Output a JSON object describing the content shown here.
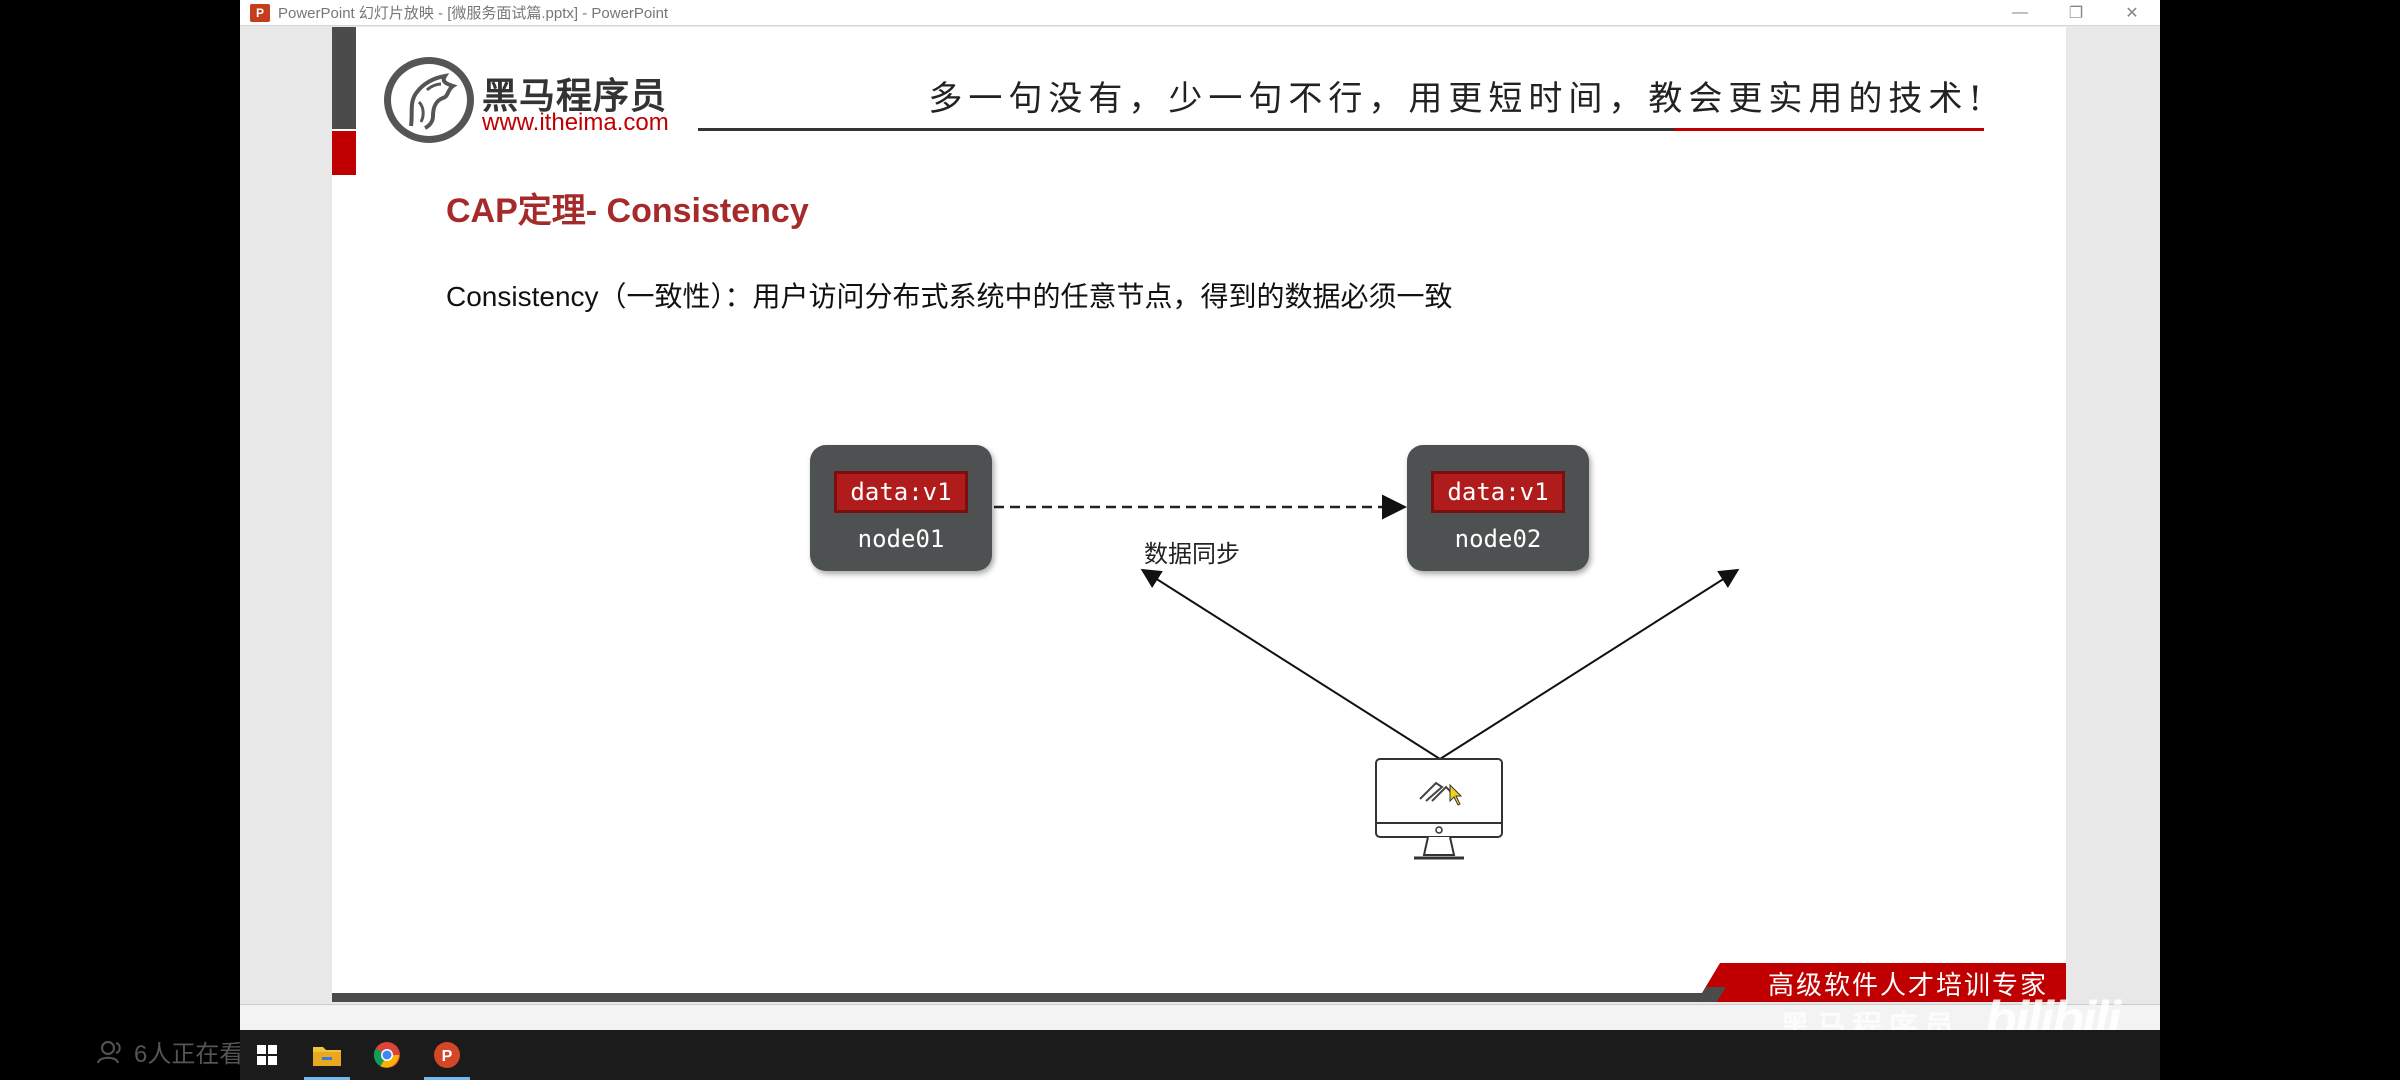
{
  "window": {
    "title": "PowerPoint 幻灯片放映 - [微服务面试篇.pptx] - PowerPoint",
    "app_icon_letter": "P",
    "controls": {
      "minimize": "—",
      "restore": "❐",
      "close": "✕"
    }
  },
  "slide": {
    "brand": {
      "name": "黑马程序员",
      "url": "www.itheima.com"
    },
    "slogan": "多一句没有，少一句不行，用更短时间，教会更实用的技术!",
    "title": "CAP定理- Consistency",
    "description": "Consistency（一致性）：用户访问分布式系统中的任意节点，得到的数据必须一致",
    "diagram": {
      "node1": {
        "data": "data:v1",
        "label": "node01"
      },
      "node2": {
        "data": "data:v1",
        "label": "node02"
      },
      "sync_label": "数据同步",
      "client_icon": "desktop-computer-icon"
    },
    "bottom_banner": "高级软件人才培训专家"
  },
  "overlay": {
    "viewers": "6人正在看",
    "watermark": "黑马程序员",
    "bili": "bilibili"
  },
  "taskbar": {
    "items": [
      "windows-start-icon",
      "file-explorer-icon",
      "chrome-icon",
      "powerpoint-icon"
    ]
  },
  "colors": {
    "accent_red": "#c00000",
    "title_red": "#a52a2a",
    "node_bg": "#4e5152",
    "data_box": "#b01c1c"
  }
}
